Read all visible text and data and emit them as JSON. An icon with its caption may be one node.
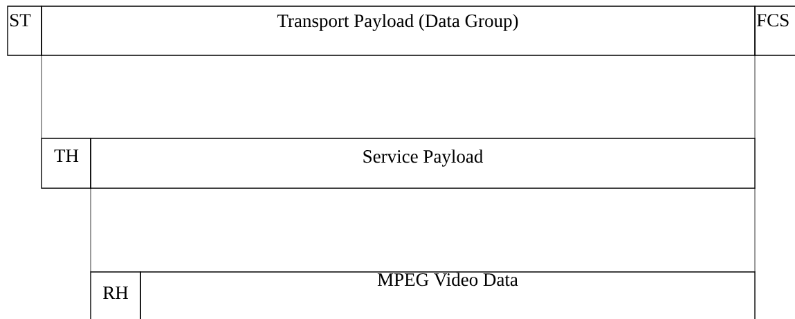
{
  "diagram": {
    "nodes": [
      {
        "text": [
          "ST"
        ]
      },
      {
        "text": [
          "Transport Payload (Data Group)"
        ]
      },
      {
        "text": [
          "FCS"
        ]
      },
      {
        "text": [
          "TH"
        ]
      },
      {
        "text": [
          "Service Payload"
        ]
      },
      {
        "text": [
          "RH"
        ]
      },
      {
        "text": [
          "MPEG Video Data"
        ]
      }
    ],
    "edges": [
      {
        "from": 1,
        "to": 3,
        "arrow": "none"
      },
      {
        "from": 1,
        "to": 4,
        "arrow": "none"
      },
      {
        "from": 4,
        "to": 5,
        "arrow": "none"
      },
      {
        "from": 4,
        "to": 6,
        "arrow": "none"
      }
    ]
  }
}
